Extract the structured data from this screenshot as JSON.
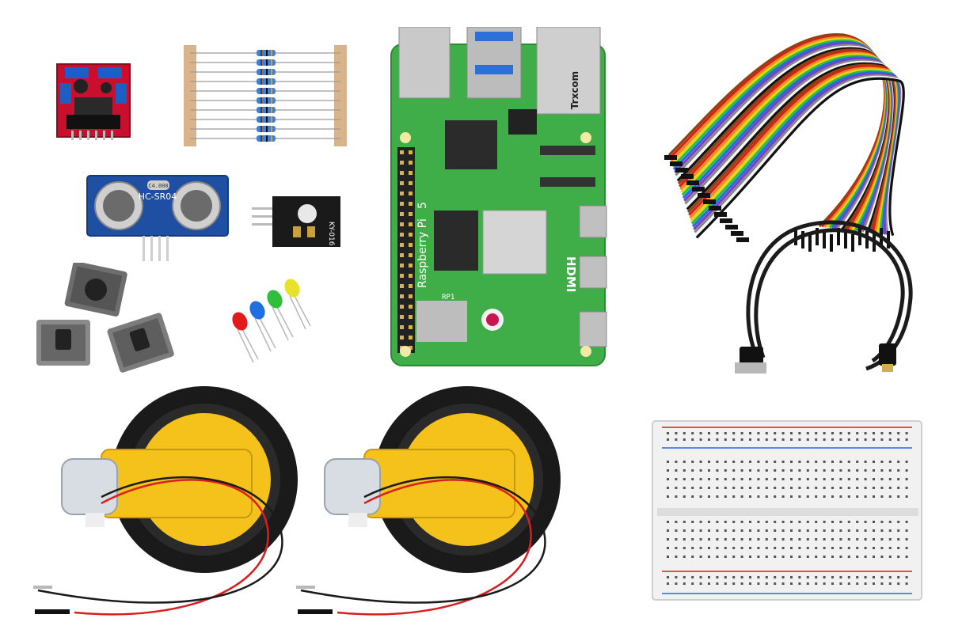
{
  "scene": {
    "description_free": true,
    "background": "#ffffff"
  },
  "components": {
    "motor_driver": {
      "icon": "motor-driver-board"
    },
    "resistors": {
      "icon": "resistor-strip",
      "count": 10
    },
    "raspberry_pi": {
      "icon": "raspberry-pi-board",
      "model_label": "Raspberry Pi",
      "model_number": "5",
      "port_label": "HDMI",
      "chip_label": "RP1",
      "ethernet_brand": "Trxcom"
    },
    "jumper_ribbon": {
      "icon": "jumper-wire-ribbon"
    },
    "ultrasonic_sensor": {
      "icon": "ultrasonic-sensor",
      "label": "HC-SR04",
      "crystal": "C4.000"
    },
    "rgb_led_module": {
      "icon": "rgb-led-module",
      "label": "KY-016"
    },
    "push_buttons": {
      "icon": "tactile-button",
      "count": 3
    },
    "leds": {
      "icon": "led",
      "colors": [
        "#e21a1a",
        "#1f6fe0",
        "#2fbf3a",
        "#e8e22a"
      ]
    },
    "hdmi_cable": {
      "icon": "micro-hdmi-cable"
    },
    "gear_motors": {
      "icon": "gear-motor-wheel",
      "count": 2
    },
    "breadboard": {
      "icon": "breadboard"
    }
  },
  "colors": {
    "pcb_green": "#3fae49",
    "pcb_red": "#c8102e",
    "sensor_blue": "#1f4fa3",
    "motor_yellow": "#f4c21a",
    "tire_black": "#1a1a1a",
    "wire_red": "#d81e1e",
    "wire_black": "#1b1b1b"
  }
}
